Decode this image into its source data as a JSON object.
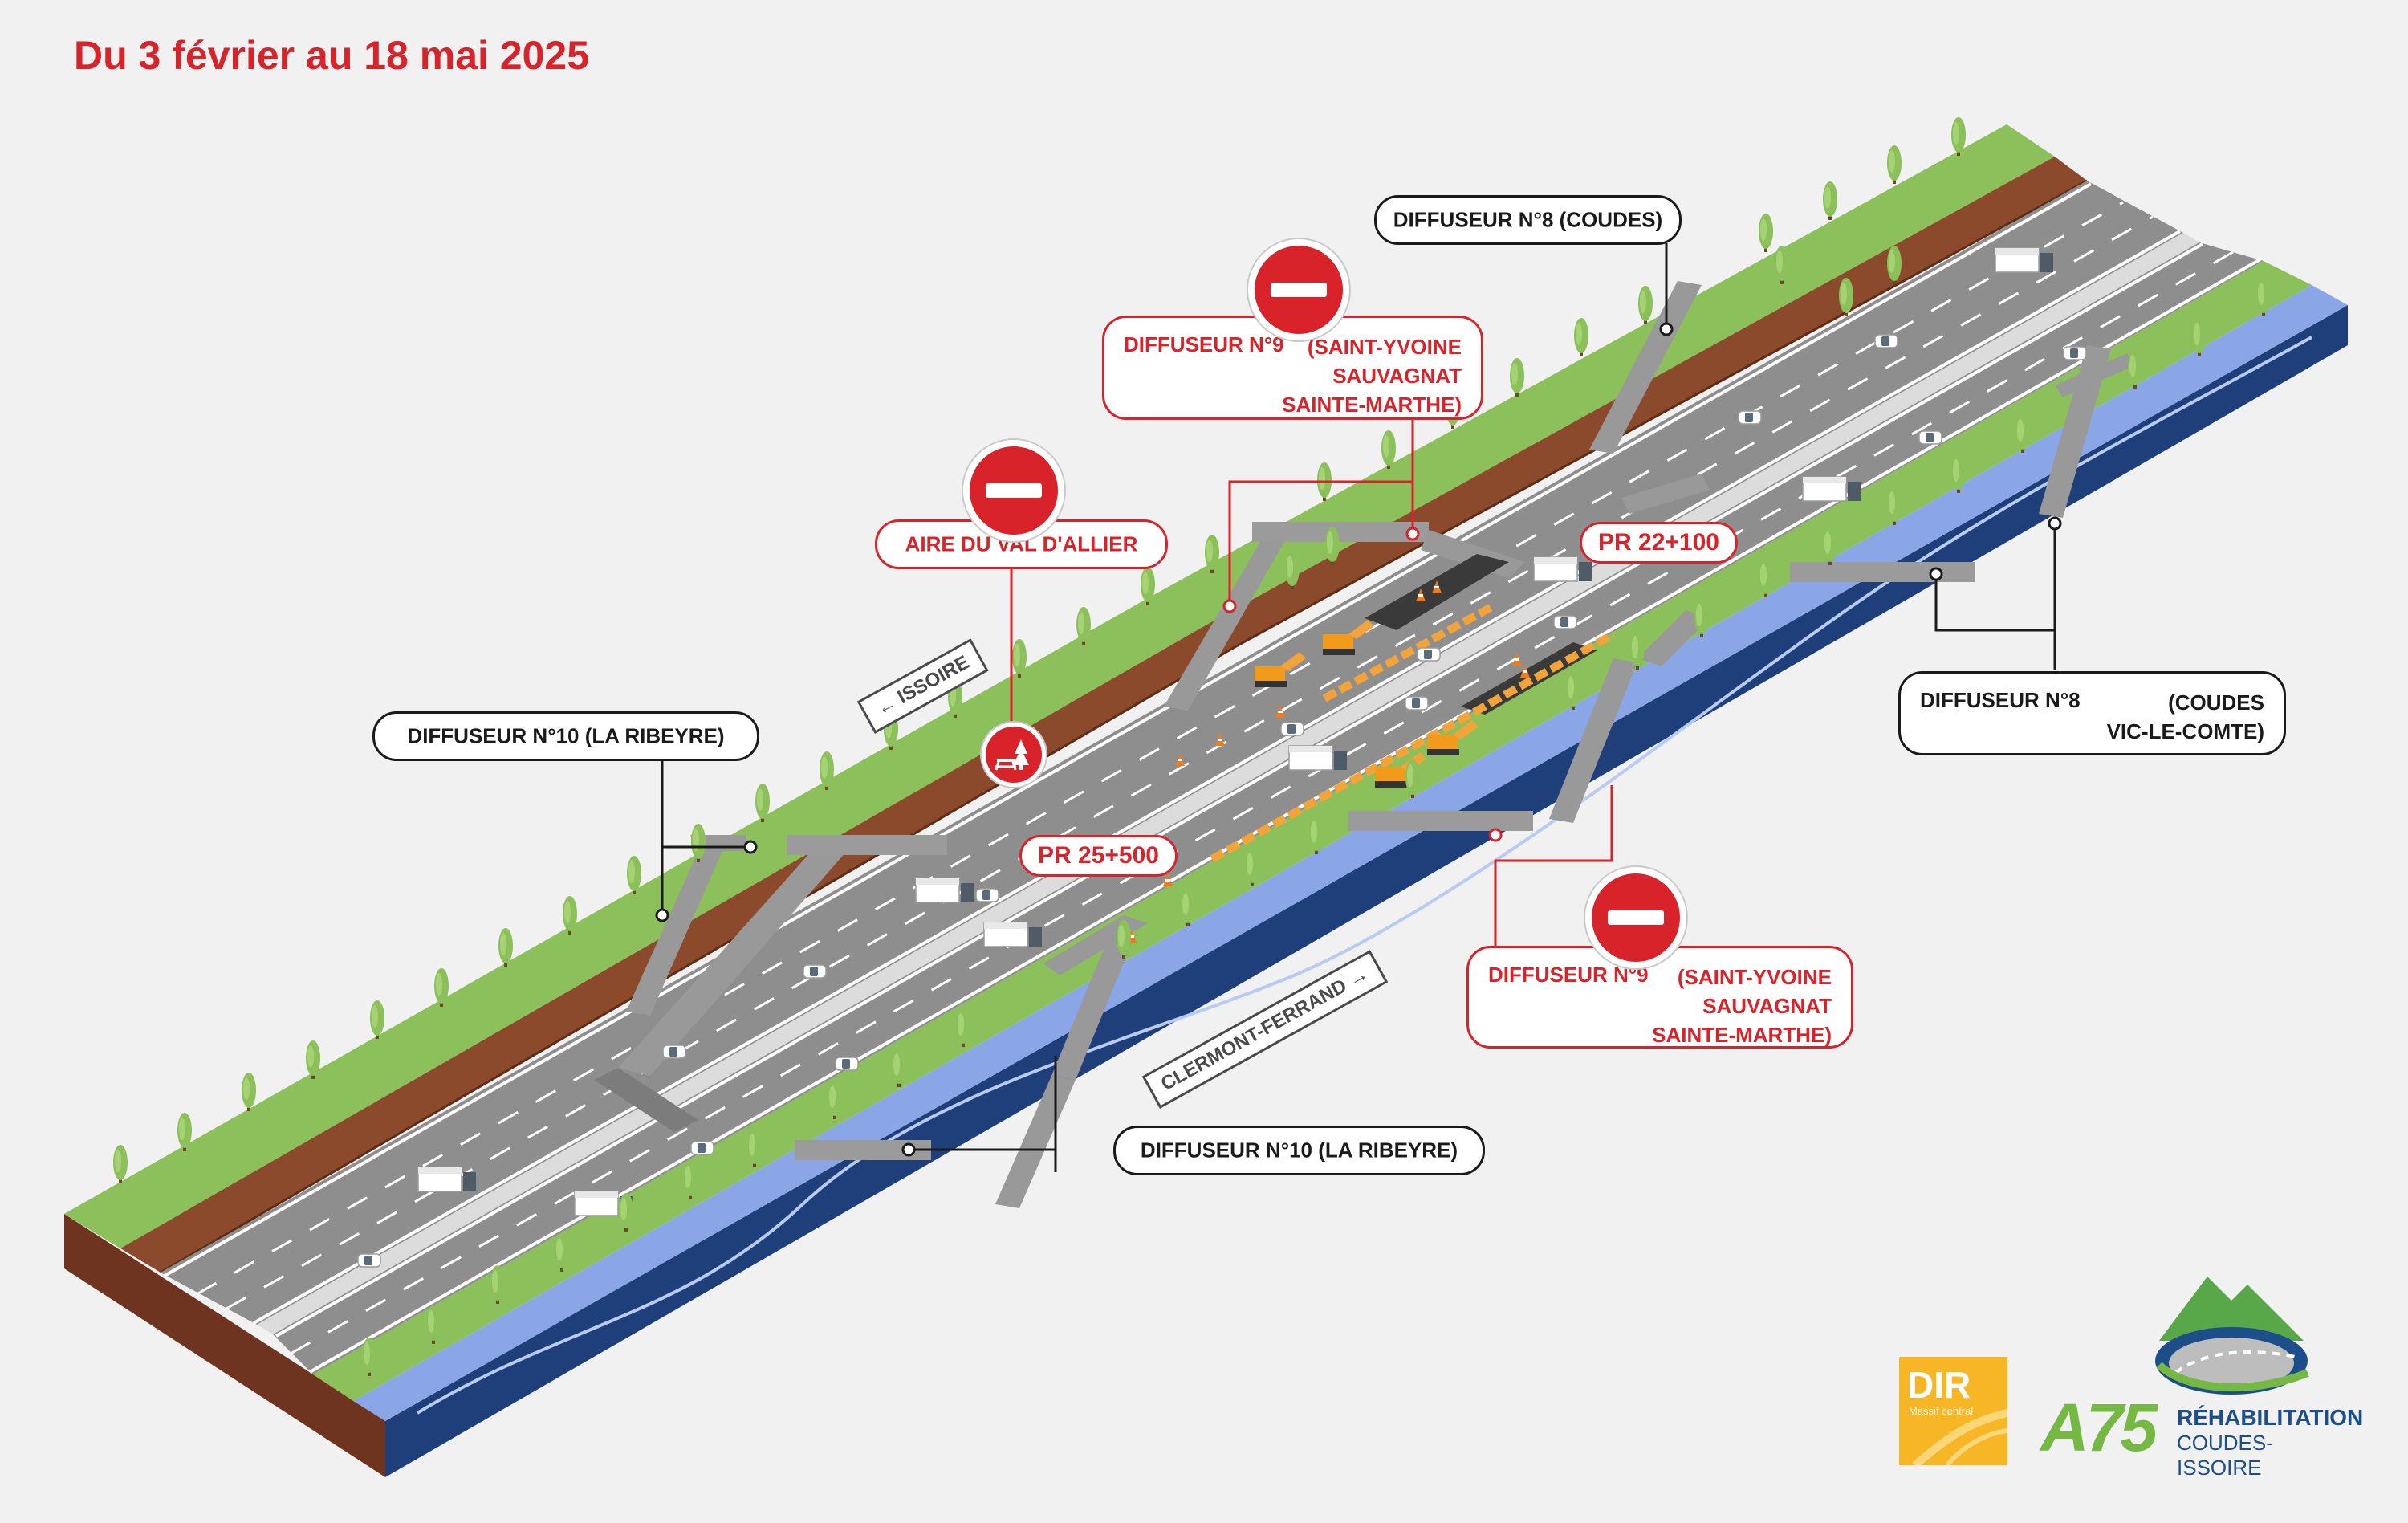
{
  "title": "Du 3 février au 18 mai 2025",
  "callouts": {
    "d8_top": "DIFFUSEUR N°8 (COUDES)",
    "d9_top": {
      "left": "DIFFUSEUR N°9",
      "right1": "(SAINT-YVOINE",
      "right2": "SAUVAGNAT",
      "right3": "SAINTE-MARTHE)"
    },
    "aire": "AIRE DU VAL D'ALLIER",
    "d10_left": "DIFFUSEUR N°10 (LA RIBEYRE)",
    "d8_right": {
      "left": "DIFFUSEUR N°8",
      "right1": "(COUDES",
      "right2": "VIC-LE-COMTE)"
    },
    "d9_bottom": {
      "left": "DIFFUSEUR N°9",
      "right1": "(SAINT-YVOINE",
      "right2": "SAUVAGNAT",
      "right3": "SAINTE-MARTHE)"
    },
    "d10_bottom": "DIFFUSEUR N°10 (LA RIBEYRE)"
  },
  "markers": {
    "pr_north": "PR 22+100",
    "pr_south": "PR 25+500"
  },
  "direction_signs": {
    "issoire": "← ISSOIRE",
    "clermont": "CLERMONT-FERRAND →"
  },
  "logos": {
    "dir": {
      "big": "DIR",
      "small": "Massif central"
    },
    "a75": {
      "word": "A75",
      "line1": "RÉHABILITATION",
      "line2": "COUDES-ISSOIRE"
    }
  },
  "icons": {
    "closure": "no-entry-icon",
    "rest_area": "rest-area-icon"
  },
  "colors": {
    "accent": "#d8232a",
    "grass": "#8cc05a",
    "soil": "#7a3b22",
    "road": "#8a8a8a",
    "water": "#7f9fe0",
    "marker_orange": "#f2a33a"
  }
}
